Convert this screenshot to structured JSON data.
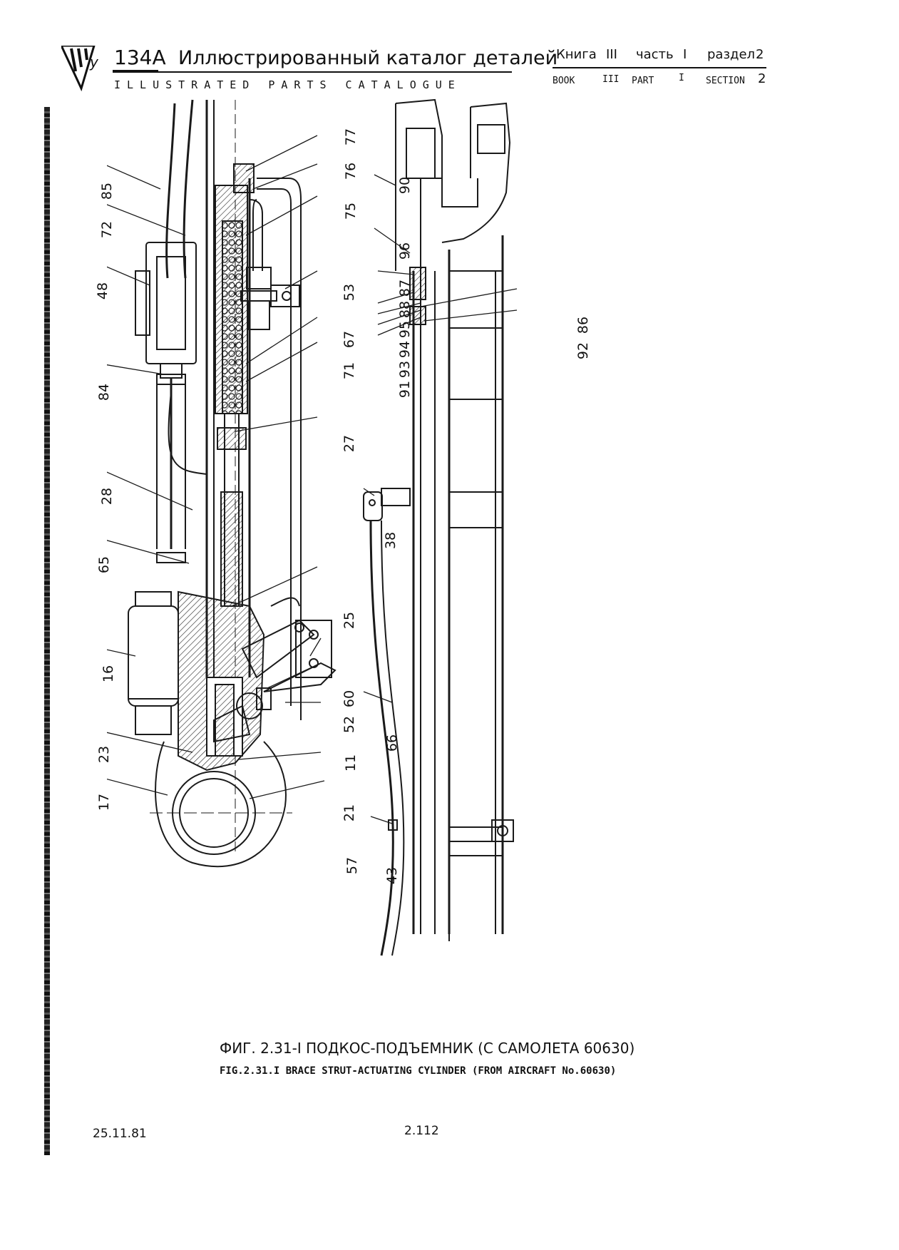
{
  "header": {
    "model": "134A",
    "title_ru": "Иллюстрированный   каталог  деталей",
    "title_en": "ILLUSTRATED  PARTS  CATALOGUE",
    "book_ru": "Книга",
    "book_num_ru": "III",
    "part_ru": "часть",
    "part_num_ru": "I",
    "section_ru": "раздел",
    "section_num_ru": "2",
    "book_en": "BOOK",
    "book_num_en": "III",
    "part_en": "PART",
    "part_num_en": "I",
    "section_en": "SECTION",
    "section_num_en": "2"
  },
  "callouts": {
    "c85": "85",
    "c72": "72",
    "c48": "48",
    "c84": "84",
    "c28": "28",
    "c65": "65",
    "c16": "16",
    "c23": "23",
    "c17": "17",
    "c77": "77",
    "c76": "76",
    "c75": "75",
    "c53": "53",
    "c67": "67",
    "c71": "71",
    "c27": "27",
    "c25": "25",
    "c60": "60",
    "c52": "52",
    "c11": "11",
    "c21": "21",
    "c57": "57",
    "c90": "90",
    "c96": "96",
    "c87": "87",
    "c88": "88",
    "c95": "95",
    "c94": "94",
    "c93": "93",
    "c91": "91",
    "c86": "86",
    "c92": "92",
    "c38": "38",
    "c66": "66",
    "c43": "43"
  },
  "caption": {
    "ru": "ФИГ. 2.31-I  ПОДКОС-ПОДЪЕМНИК (С САМОЛЕТА 60630)",
    "en": "FIG.2.31.I  BRACE STRUT-ACTUATING CYLINDER (FROM AIRCRAFT No.60630)"
  },
  "footer": {
    "date": "25.11.81",
    "page": "2.112"
  }
}
